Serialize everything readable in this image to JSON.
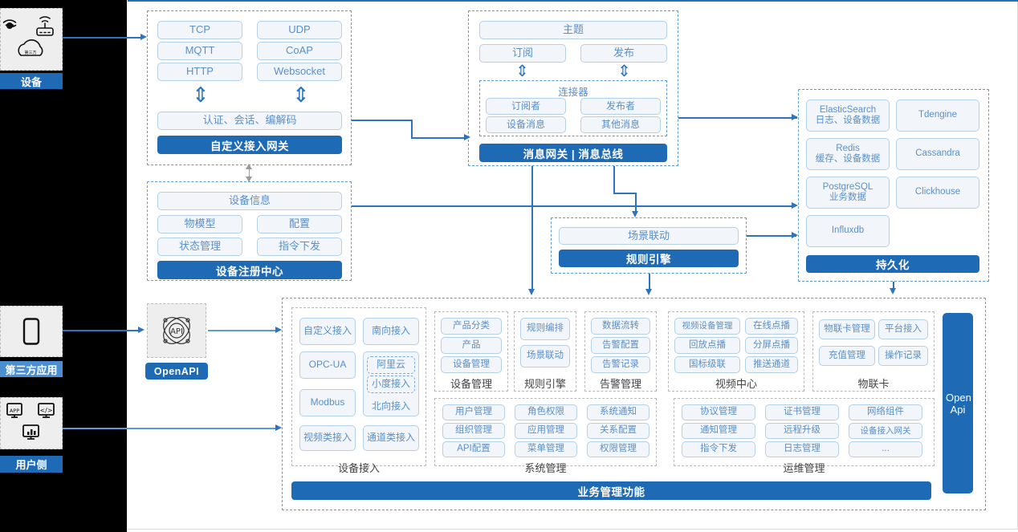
{
  "rail": {
    "device": {
      "label": "设备",
      "icons": [
        "wifi-signal-icon",
        "router-icon",
        "cloud-icon"
      ]
    },
    "third_party": {
      "label": "第三方应用",
      "icons": [
        "mobile-phone-icon"
      ]
    },
    "user_side": {
      "label": "用户侧",
      "icons": [
        "app-window-icon",
        "code-window-icon",
        "dashboard-window-icon"
      ]
    }
  },
  "openapi_tile": {
    "label": "OpenAPI",
    "icon": "api-atom-icon"
  },
  "gateway": {
    "protocols": [
      "TCP",
      "UDP",
      "MQTT",
      "CoAP",
      "HTTP",
      "Websocket"
    ],
    "middle": "认证、会话、编解码",
    "bar": "自定义接入网关"
  },
  "message": {
    "topic": "主题",
    "subscribe": "订阅",
    "publish": "发布",
    "connector_title": "连接器",
    "connector_items": [
      "订阅者",
      "发布者",
      "设备消息",
      "其他消息"
    ],
    "bar": "消息网关 | 消息总线"
  },
  "registry": {
    "info": "设备信息",
    "items": [
      "物模型",
      "配置",
      "状态管理",
      "指令下发"
    ],
    "bar": "设备注册中心"
  },
  "rules": {
    "scene": "场景联动",
    "bar": "规则引擎"
  },
  "persistence": {
    "stores": [
      {
        "name": "ElasticSearch",
        "sub": "日志、设备数据"
      },
      {
        "name": "Tdengine",
        "sub": ""
      },
      {
        "name": "Redis",
        "sub": "缓存、设备数据"
      },
      {
        "name": "Cassandra",
        "sub": ""
      },
      {
        "name": "PostgreSQL",
        "sub": "业务数据"
      },
      {
        "name": "Clickhouse",
        "sub": ""
      },
      {
        "name": "Influxdb",
        "sub": ""
      }
    ],
    "bar": "持久化"
  },
  "business": {
    "bar": "业务管理功能",
    "open_api_vertical": "Open Api",
    "device_access": {
      "title": "设备接入",
      "items": [
        "自定义接入",
        "南向接入",
        "OPC-UA",
        "Modbus",
        "视频类接入",
        "通道类接入"
      ],
      "north": {
        "label": "北向接入",
        "nested": [
          "阿里云",
          "小度接入"
        ]
      }
    },
    "groups": [
      {
        "title": "设备管理",
        "items": [
          "产品分类",
          "产品",
          "设备管理"
        ]
      },
      {
        "title": "规则引擎",
        "items": [
          "规则编排",
          "场景联动"
        ]
      },
      {
        "title": "告警管理",
        "items": [
          "数据流转",
          "告警配置",
          "告警记录"
        ]
      },
      {
        "title": "视频中心",
        "items": [
          "视频设备管理",
          "在线点播",
          "回放点播",
          "分屏点播",
          "国标级联",
          "推送通道"
        ]
      },
      {
        "title": "物联卡",
        "items": [
          "物联卡管理",
          "平台接入",
          "充值管理",
          "操作记录"
        ]
      },
      {
        "title": "系统管理",
        "items": [
          "用户管理",
          "角色权限",
          "系统通知",
          "组织管理",
          "应用管理",
          "关系配置",
          "API配置",
          "菜单管理",
          "权限管理"
        ]
      },
      {
        "title": "运维管理",
        "items": [
          "协议管理",
          "证书管理",
          "网络组件",
          "通知管理",
          "远程升级",
          "设备接入网关",
          "指令下发",
          "日志管理",
          "..."
        ]
      }
    ]
  },
  "colors": {
    "brand_blue": "#1f6ab5",
    "cell_border": "#b4cfe8",
    "cell_text": "#5b8fc7",
    "dash_border": "#5b9bd5"
  }
}
